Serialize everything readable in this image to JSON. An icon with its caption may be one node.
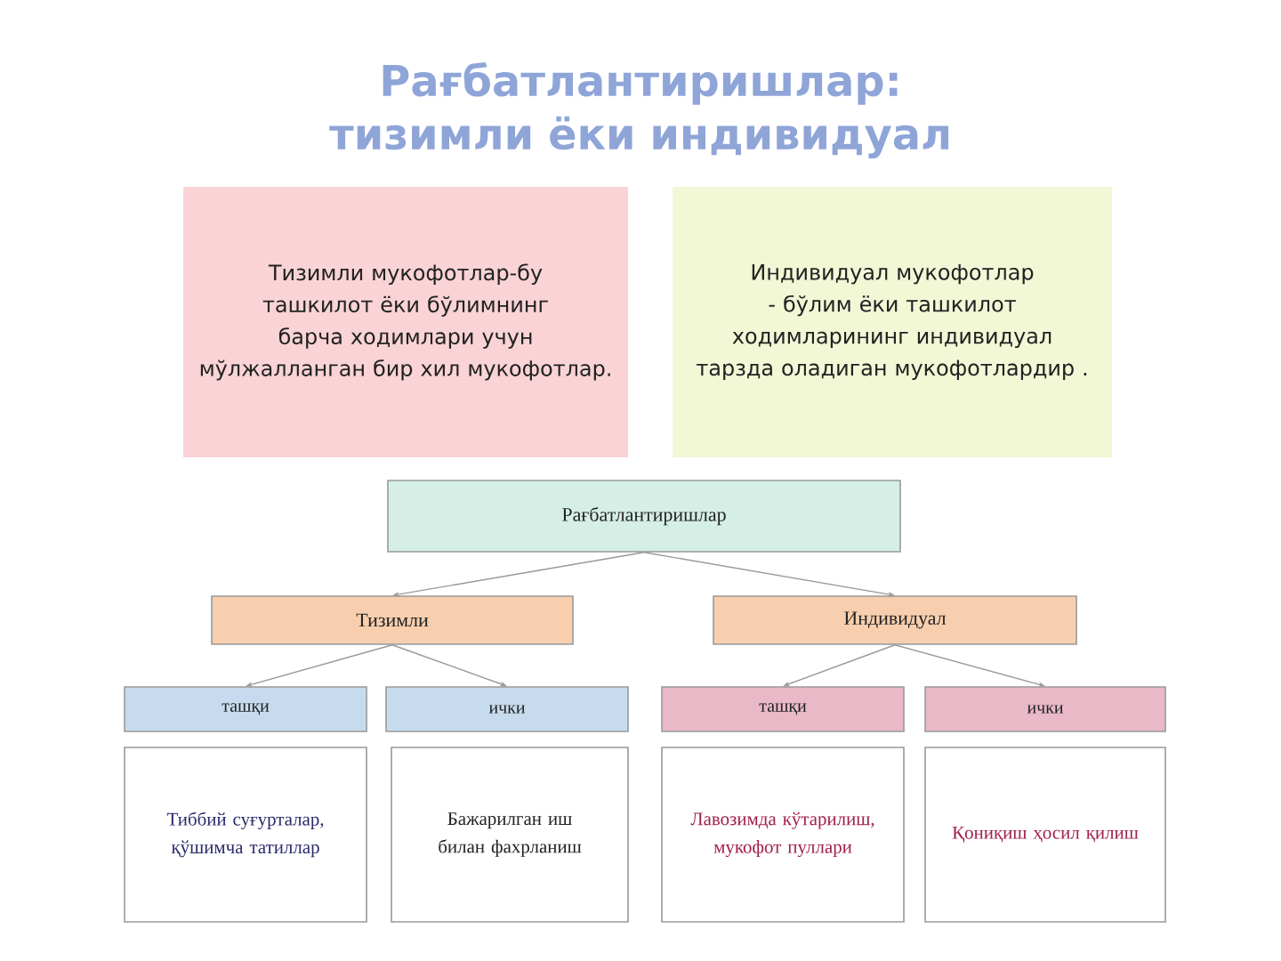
{
  "diagram": {
    "title": "Рағбатлантиришлар: тизимли ёки индивидуал",
    "nodes": [
      {
        "text": [
          "Тизимли мукофотлар-бу ташкилот ёки бўлимнинг барча ходимлари учун мўлжалланган бир хил мукофотлар."
        ]
      },
      {
        "text": [
          "Индивидуал мукофотлар - бўлим ёки ташкилот ходимларининг индивидуал тарзда оладиган мукофотлардир ."
        ]
      },
      {
        "text": [
          "Рағбатлантиришлар"
        ]
      },
      {
        "text": [
          "Тизимли"
        ]
      },
      {
        "text": [
          "Индивидуал"
        ]
      },
      {
        "text": [
          "ташқи"
        ]
      },
      {
        "text": [
          "ички"
        ]
      },
      {
        "text": [
          "ташқи"
        ]
      },
      {
        "text": [
          "ички"
        ]
      },
      {
        "text": [
          "Тиббий суғурталар, қўшимча татиллар"
        ]
      },
      {
        "text": [
          "Бажарилган иш билан фахрланиш"
        ]
      },
      {
        "text": [
          "Лавозимда кўтарилиш, мукофот пуллари"
        ]
      },
      {
        "text": [
          "Қониқиш ҳосил қилиш"
        ]
      }
    ],
    "edges": [
      {
        "from": 2,
        "to": 3,
        "arrow": "to"
      },
      {
        "from": 2,
        "to": 4,
        "arrow": "to"
      },
      {
        "from": 3,
        "to": 5,
        "arrow": "to"
      },
      {
        "from": 3,
        "to": 6,
        "arrow": "to"
      },
      {
        "from": 4,
        "to": 7,
        "arrow": "to"
      },
      {
        "from": 4,
        "to": 8,
        "arrow": "to"
      }
    ]
  }
}
